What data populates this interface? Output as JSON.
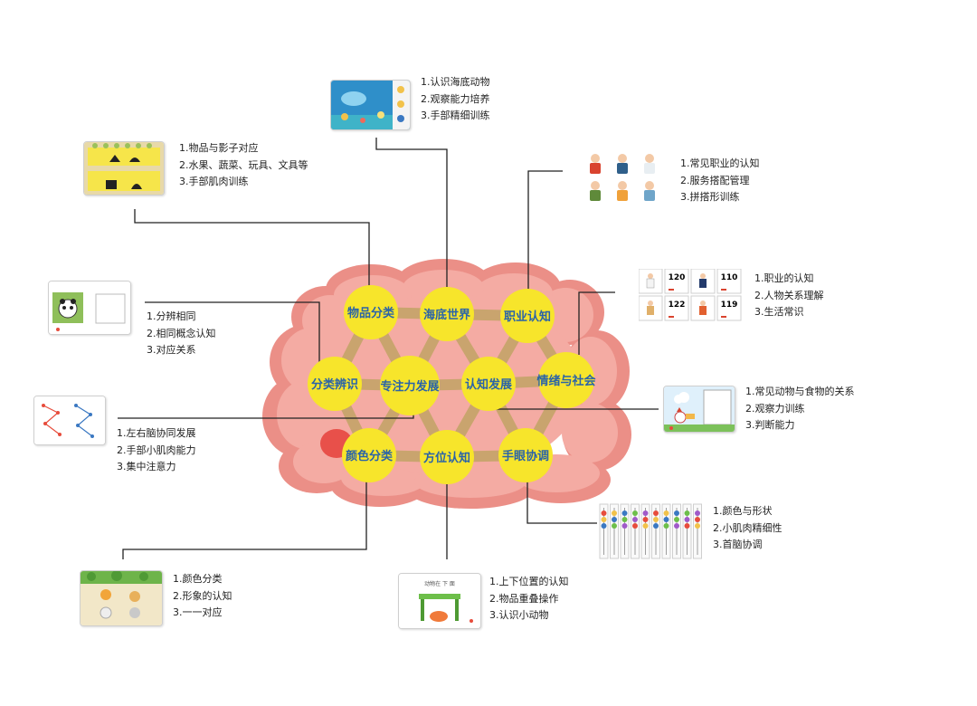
{
  "nodes": [
    {
      "id": "wupin",
      "label": "物品分类"
    },
    {
      "id": "haidi",
      "label": "海底世界"
    },
    {
      "id": "zhiye",
      "label": "职业认知"
    },
    {
      "id": "fenlei",
      "label": "分类辨识"
    },
    {
      "id": "zhuyi",
      "label": "专注力发展"
    },
    {
      "id": "renzhi",
      "label": "认知发展"
    },
    {
      "id": "qingxu",
      "label": "情绪与社会"
    },
    {
      "id": "yanse",
      "label": "颜色分类"
    },
    {
      "id": "fangwei",
      "label": "方位认知"
    },
    {
      "id": "shouyan",
      "label": "手眼协调"
    }
  ],
  "descriptions": {
    "haidi": [
      "1.认识海底动物",
      "2.观察能力培养",
      "3.手部精细训练"
    ],
    "wupin": [
      "1.物品与影子对应",
      "2.水果、蔬菜、玩具、文具等",
      "3.手部肌肉训练"
    ],
    "zhiye": [
      "1.常见职业的认知",
      "2.服务搭配管理",
      "3.拼搭形训练"
    ],
    "qingxu": [
      "1.职业的认知",
      "2.人物关系理解",
      "3.生活常识"
    ],
    "fenlei": [
      "1.分辨相同",
      "2.相同概念认知",
      "3.对应关系"
    ],
    "renzhi": [
      "1.常见动物与食物的关系",
      "2.观察力训练",
      "3.判断能力"
    ],
    "zhuyi": [
      "1.左右脑协同发展",
      "2.手部小肌肉能力",
      "3.集中注意力"
    ],
    "shouyan": [
      "1.颜色与形状",
      "2.小肌肉精细性",
      "3.首脑协调"
    ],
    "yanse": [
      "1.颜色分类",
      "2.形象的认知",
      "3.一一对应"
    ],
    "fangwei": [
      "1.上下位置的认知",
      "2.物品重叠操作",
      "3.认识小动物"
    ]
  },
  "phone_numbers": [
    "120",
    "110",
    "122",
    "119"
  ],
  "fangwei_card_caption": "动物在 下 面",
  "colors": {
    "node_fill": "#f7e52b",
    "node_text": "#2a63a8",
    "brain": "#f2a39b",
    "brain_shadow": "#e98780",
    "connector": "#c7a06b",
    "line": "#222222"
  }
}
